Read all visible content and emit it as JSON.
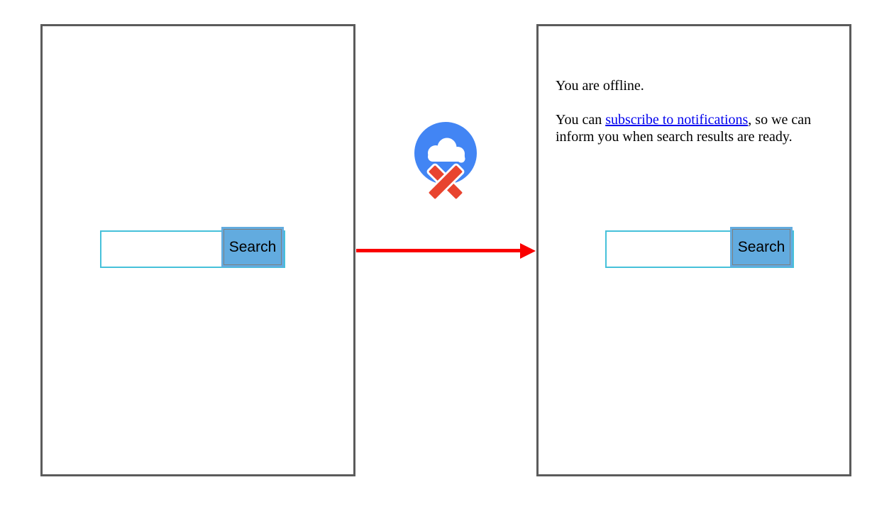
{
  "left_panel": {
    "search": {
      "input_value": "",
      "button_label": "Search"
    }
  },
  "arrow": {
    "direction": "right"
  },
  "offline_icon": {
    "icon": "cloud-offline"
  },
  "right_panel": {
    "message": {
      "paragraph1": "You are offline.",
      "paragraph2_before_link": "You can ",
      "link_text": "subscribe to notifications",
      "paragraph2_after_link": ", so we can inform you when search results are ready."
    },
    "search": {
      "input_value": "",
      "button_label": "Search"
    }
  },
  "colors": {
    "panel_border": "#5b5b5b",
    "search_border": "#46c1da",
    "button_bg": "#62abdf",
    "button_inner_border": "#7e7e7e",
    "link_color": "#0000ee",
    "arrow_red": "#fa0000",
    "icon_circle_blue": "#4285f4",
    "icon_cloud_white": "#ffffff",
    "icon_cross_red": "#e8442f"
  }
}
